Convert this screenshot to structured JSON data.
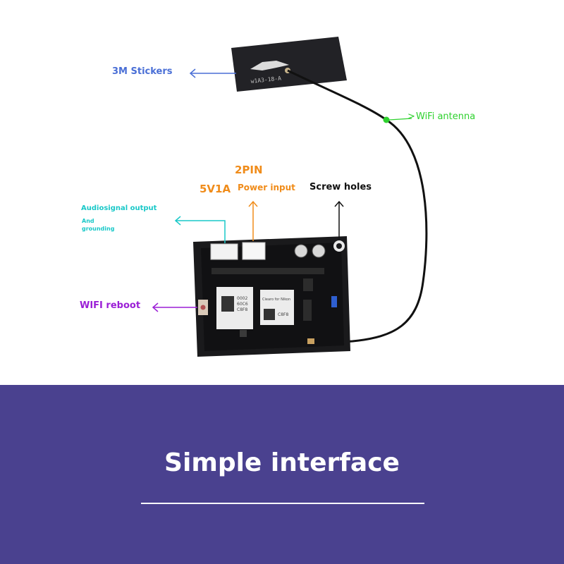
{
  "labels": {
    "stickers": "3M Stickers",
    "wifi_antenna": "WiFi antenna",
    "pin2": "2PIN",
    "v5": "5V1A",
    "power_input": "Power input",
    "screw_holes": "Screw holes",
    "audio_line1": "Audiosignal output",
    "audio_line2": "And",
    "audio_line3": "grounding",
    "wifi_reboot": "WIFI reboot"
  },
  "sticker_text": "w1A3-18-A",
  "chip_texts": {
    "left_chip": "0002\n60C6\nC8F8",
    "right_chip": "Ciearo for Nikon\nC8F8"
  },
  "banner": {
    "title": "Simple interface"
  },
  "colors": {
    "stickers": "#4a6fd6",
    "wifi_antenna": "#2ed12e",
    "pin_orange": "#f08c1a",
    "power_input": "#f08c1a",
    "screw_holes": "#111111",
    "audio": "#19c8c8",
    "wifi_reboot": "#9b1fd6",
    "banner_bg": "#4a418f"
  }
}
